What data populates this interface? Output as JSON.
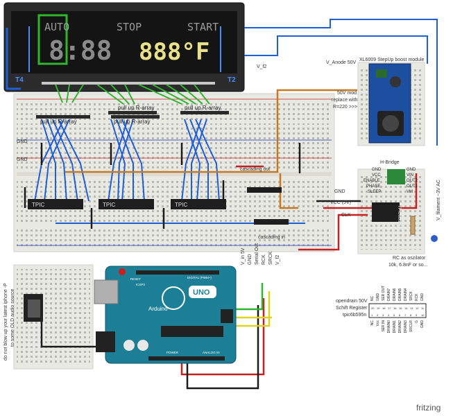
{
  "vfd": {
    "segments": [
      "AUTO",
      "STOP",
      "START"
    ],
    "digits_left": "8:88",
    "digits_right": "888°F",
    "filament_left": "T4",
    "filament_right": "T2"
  },
  "rails": {
    "v_anode": "V_Anode 50V",
    "v_f2": "V_f2",
    "gnd_1": "GND",
    "gnd_2": "GND",
    "gnd_3": "GND",
    "vcc": "VCC (5V)",
    "clk": "CLK",
    "v_filament": "V_filament ~3V AC",
    "cascading_out": "cascading out",
    "cascading_in": "cascading in"
  },
  "pullups": [
    "pull up R-array",
    "pull up R-array",
    "pull up R-array",
    "pull up R-array"
  ],
  "chips": [
    "TPIC",
    "TPIC",
    "TPIC",
    "TPIC6B595"
  ],
  "boost": {
    "title": "XL6009 StepUp boost module",
    "note_line1": "50V mod",
    "note_line2": "replace with",
    "note_line3": "R=220 >>>"
  },
  "hbridge": {
    "title": "H-Bridge",
    "pins_left": [
      "GND",
      "VCC",
      "ENABLE",
      "PHASE",
      "SLEEP"
    ],
    "pins_right": [
      "GND",
      "VIN",
      "OUT2",
      "OUT1",
      "VM"
    ]
  },
  "rc_note_line1": "RC as oszilator",
  "rc_note_line2": "10k, 6.8nF or so...",
  "arduino": {
    "brand": "Arduino",
    "model": "UNO",
    "labels": [
      "V_in 5V",
      "GND",
      "Serial Out",
      "RCK",
      "SRCK",
      "V_f2"
    ],
    "small_labels": [
      "RESET",
      "ICSP2",
      "DIGITAL (PWM~)",
      "ANALOG IN",
      "POWER",
      "ICSP"
    ]
  },
  "shift_register": {
    "line1": "opendrain 50V",
    "line2": "Schift Register",
    "line3": "tpic6b595n",
    "pins_top": [
      "NC",
      "GND",
      "SER OUT",
      "DRAIN7",
      "DRAIN6",
      "DRAIN5",
      "DRAIN4",
      "SRCK",
      "RCK",
      "GND"
    ],
    "pins_bottom": [
      "NC",
      "Vcc",
      "SER IN",
      "DRAIN0",
      "DRAIN1",
      "DRAIN2",
      "DRAIN3",
      "SRCLR",
      "G",
      "GND"
    ],
    "numbers_top": [
      "20",
      "19",
      "18",
      "17",
      "16",
      "15",
      "14",
      "13",
      "12",
      "11"
    ],
    "numbers_bottom": [
      "1",
      "2",
      "3",
      "4",
      "5",
      "6",
      "7",
      "8",
      "9",
      "10"
    ]
  },
  "audio_note_line1": "do not blow up your latest iphone -P",
  "audio_note_line2": "to some OLD audio source",
  "watermark": "fritzing",
  "colors": {
    "wire_blue": "#1f5fd6",
    "wire_green": "#2fb52f",
    "wire_orange": "#c8781e",
    "wire_red": "#c82020",
    "wire_black": "#1a1a1a",
    "wire_yellow": "#e0d21a",
    "board_teal": "#1d7f96",
    "breadboard": "#e9e9e4",
    "vfd_glass": "#1c1c1c"
  }
}
